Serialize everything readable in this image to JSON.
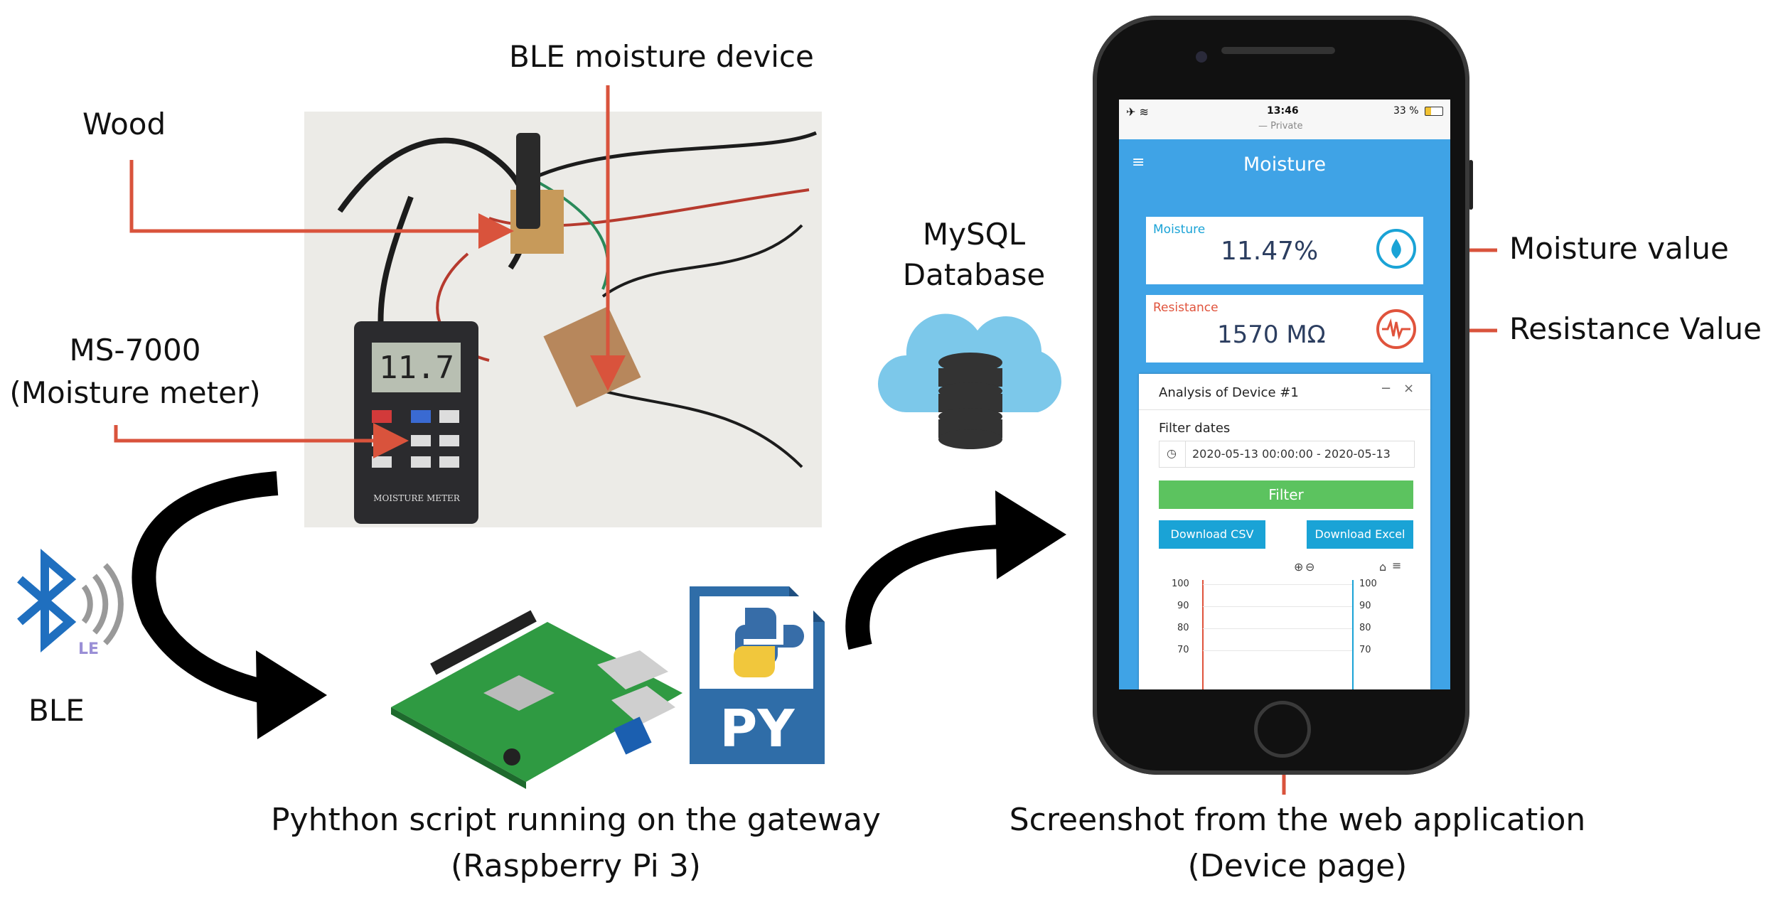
{
  "labels": {
    "ble_device": "BLE moisture device",
    "wood": "Wood",
    "meter_line1": "MS-7000",
    "meter_line2": "(Moisture meter)",
    "mysql_line1": "MySQL",
    "mysql_line2": "Database",
    "ble": "BLE",
    "ble_le": "LE",
    "python_badge": "PY",
    "gateway_line1": "Pyhthon script running on the gateway",
    "gateway_line2": "(Raspberry Pi 3)",
    "screenshot_line1": "Screenshot from the web application",
    "screenshot_line2": "(Device page)",
    "moisture_value": "Moisture value",
    "resistance_value": "Resistance Value",
    "meter_display": "11.7",
    "meter_brand": "MOISTURE METER"
  },
  "phone": {
    "status_time": "13:46",
    "status_private": "— Private",
    "status_battery": "33 %",
    "app_title": "Moisture",
    "moisture_label": "Moisture",
    "moisture_reading": "11.47%",
    "resistance_label": "Resistance",
    "resistance_reading": "1570 MΩ",
    "panel_title": "Analysis of Device #1",
    "filter_dates_label": "Filter dates",
    "date_range": "2020-05-13 00:00:00 - 2020-05-13",
    "filter_button": "Filter",
    "download_csv": "Download CSV",
    "download_excel": "Download Excel",
    "y_ticks_left": [
      "100",
      "90",
      "80",
      "70"
    ],
    "y_ticks_right": [
      "100",
      "90",
      "80",
      "70"
    ]
  },
  "colors": {
    "arrow_red": "#d9533c",
    "app_blue": "#3fa3e6",
    "filter_green": "#5cc35f",
    "download_blue": "#1aa3d6",
    "moisture_label": "#1aa3d6",
    "resistance_label": "#e0533c",
    "ble_blue": "#1f6fbf"
  },
  "icons": [
    "water-drop-gauge-icon",
    "resistance-wave-icon",
    "hamburger-menu-icon",
    "clock-icon",
    "home-icon",
    "menu-icon",
    "zoom-in-icon",
    "zoom-out-icon",
    "bluetooth-icon",
    "cloud-database-icon",
    "python-file-icon"
  ]
}
